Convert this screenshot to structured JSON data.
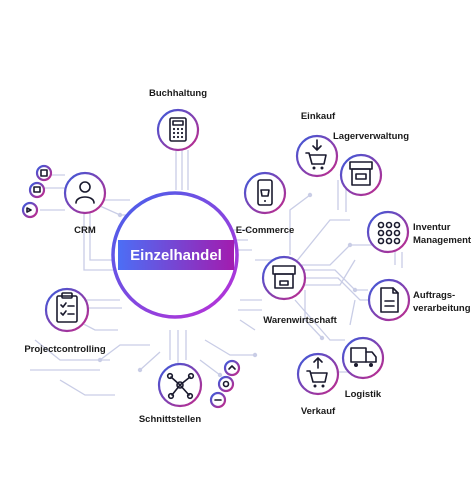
{
  "diagram": {
    "hub": {
      "label": "Einzelhandel"
    },
    "nodes": {
      "buchhaltung": "Buchhaltung",
      "crm": "CRM",
      "ecommerce": "E-Commerce",
      "warenwirtschaft": "Warenwirtschaft",
      "projectcontrolling": "Projectcontrolling",
      "schnittstellen": "Schnittstellen",
      "einkauf": "Einkauf",
      "lagerverwaltung": "Lagerverwaltung",
      "inventur_line1": "Inventur",
      "inventur_line2": "Management",
      "auftrags_line1": "Auftrags-",
      "auftrags_line2": "verarbeitung",
      "logistik": "Logistik",
      "verkauf": "Verkauf"
    },
    "colors": {
      "ring_gradient_start": "#3b5bdb",
      "ring_gradient_end": "#c2298a",
      "hub_band_start": "#4c6ef5",
      "hub_band_end": "#a21caf",
      "wire": "#c9cde6"
    }
  }
}
